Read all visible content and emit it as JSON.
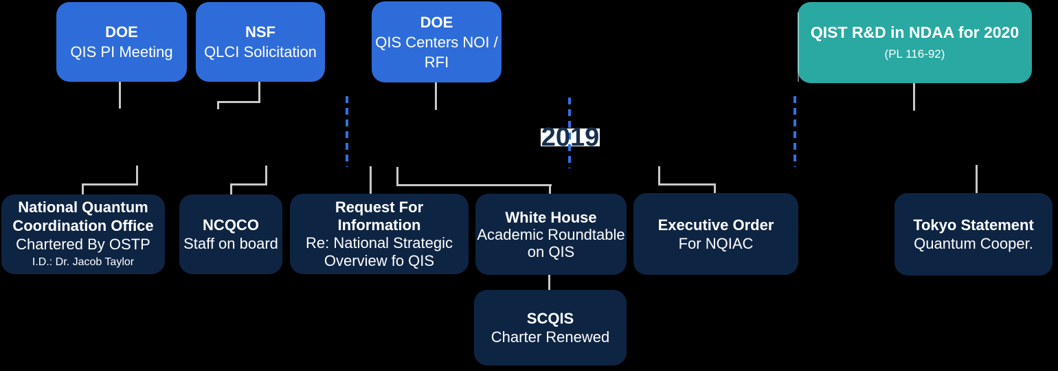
{
  "palette": {
    "background": "#000000",
    "box_blue": "#2E6CD9",
    "box_teal": "#29A9A2",
    "box_navy": "#0E2443",
    "connector_gray": "#C9C9C9",
    "dash_blue": "#2F72E6",
    "year_text_color": "#16304F",
    "year_bg": "#FFFFFF",
    "text_white": "#FFFFFF"
  },
  "year_label": {
    "text": "2019"
  },
  "top_boxes": {
    "doe_pi": {
      "title": "DOE",
      "subtitle": "QIS PI Meeting"
    },
    "nsf_qlci": {
      "title": "NSF",
      "subtitle": "QLCI Solicitation"
    },
    "doe_centers": {
      "title": "DOE",
      "subtitle_line1": "QIS Centers NOI /",
      "subtitle_line2": "RFI"
    },
    "ndaa": {
      "title": "QIST R&D in NDAA for 2020",
      "subtitle": "(PL 116-92)"
    }
  },
  "bottom_boxes": {
    "nqco": {
      "title_line1": "National Quantum",
      "title_line2": "Coordination Office",
      "subtitle": "Chartered By OSTP",
      "note": "I.D.: Dr. Jacob Taylor"
    },
    "ncqco": {
      "title": "NCQCO",
      "subtitle": "Staff on board"
    },
    "rfi": {
      "title_line1": "Request For",
      "title_line2": "Information",
      "subtitle_line1": "Re: National Strategic",
      "subtitle_line2": "Overview fo QIS"
    },
    "white_house": {
      "title": "White House",
      "subtitle_line1": "Academic Roundtable",
      "subtitle_line2": "on QIS"
    },
    "exec_order": {
      "title": "Executive Order",
      "subtitle": "For NQIAC"
    },
    "tokyo": {
      "title": "Tokyo Statement",
      "subtitle": "Quantum Cooper."
    },
    "scqis": {
      "title": "SCQIS",
      "subtitle": "Charter Renewed"
    }
  }
}
